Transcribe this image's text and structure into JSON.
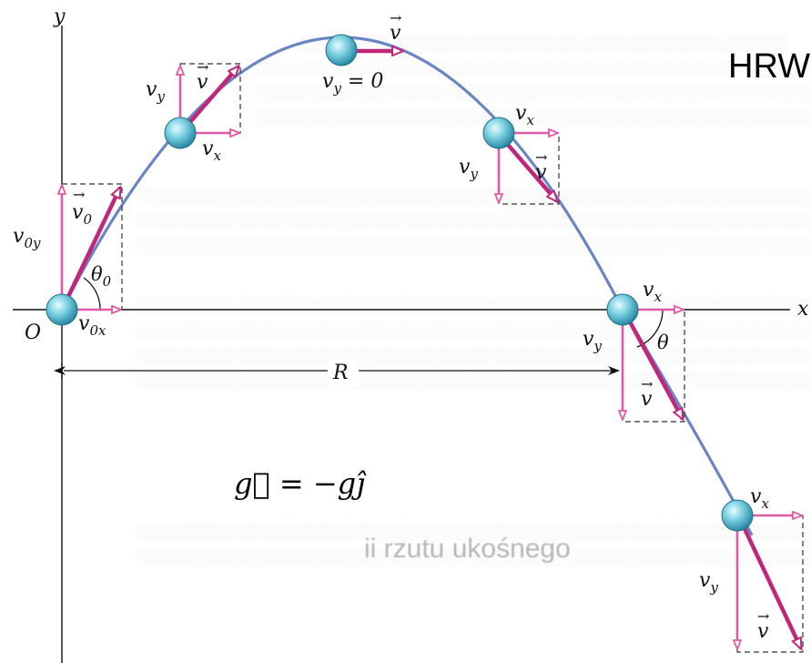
{
  "corner_label": "HRW",
  "gravity_equation": "g⃗ = −gĵ",
  "axes": {
    "y": "y",
    "x": "x",
    "origin": "O",
    "range": "R"
  },
  "labels": {
    "v": "v",
    "vy": "v",
    "vx": "v",
    "sub_y": "y",
    "sub_x": "x",
    "v0": "v",
    "sub_0": "0",
    "v0y": "v",
    "sub_0y": "0y",
    "v0x": "v",
    "sub_0x": "0x",
    "theta0": "θ",
    "theta": "θ",
    "vy_zero_rest": " = 0"
  },
  "background_heading": "ii rzutu ukośnego",
  "colors": {
    "trajectory": "#6a86c2",
    "vector": "#c0267a",
    "component": "#e05aa8",
    "ball": "#5fc3d6"
  }
}
